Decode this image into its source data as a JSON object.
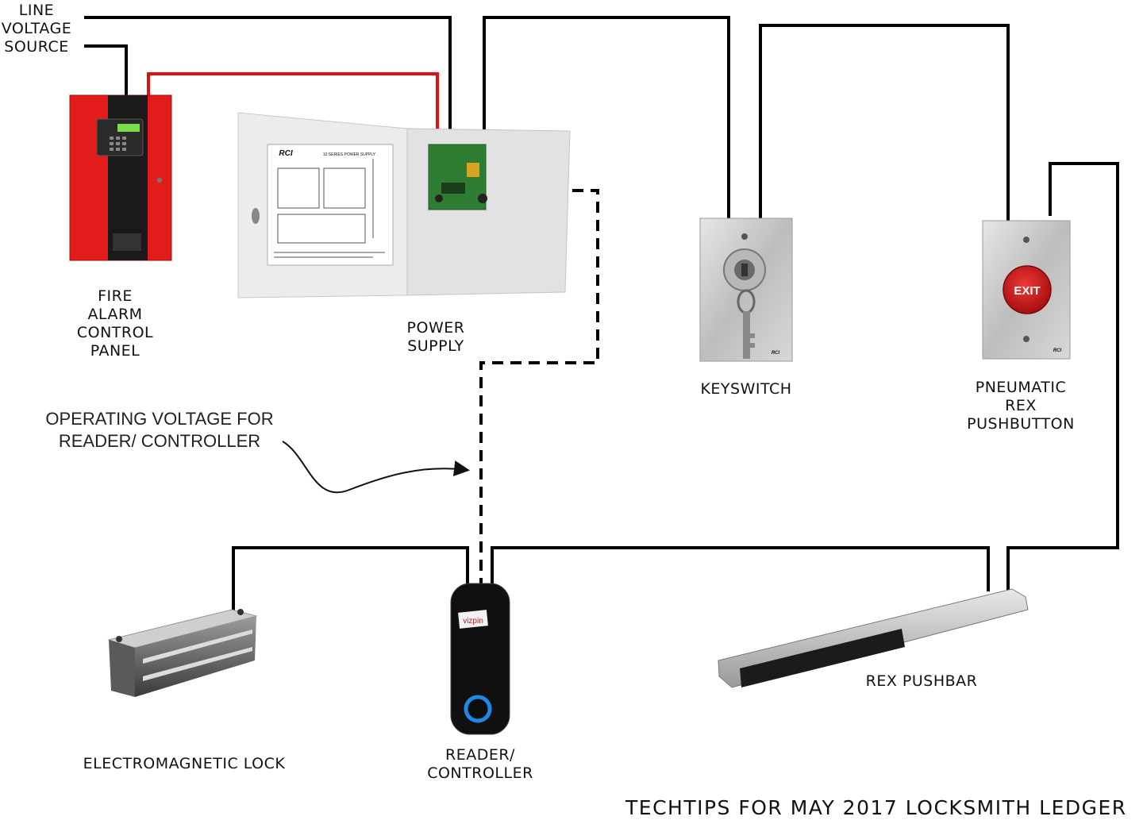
{
  "labels": {
    "line_voltage_source": "LINE\nVOLTAGE\nSOURCE",
    "fire_alarm_control_panel": "FIRE\nALARM\nCONTROL\nPANEL",
    "power_supply": "POWER\nSUPPLY",
    "keyswitch": "KEYSWITCH",
    "pneumatic_rex_pushbutton": "PNEUMATIC\nREX\nPUSHBUTTON",
    "operating_voltage_note": "OPERATING VOLTAGE FOR\nREADER/ CONTROLLER",
    "electromagnetic_lock": "ELECTROMAGNETIC LOCK",
    "reader_controller": "READER/\nCONTROLLER",
    "rex_pushbar": "REX PUSHBAR"
  },
  "device_text": {
    "exit_button": "EXIT",
    "reader_brand": "vizpin",
    "power_supply_brand": "RCI",
    "power_supply_sheet_title": "10 SERIES POWER SUPPLY",
    "keyswitch_brand": "RCI",
    "pushbutton_brand": "RCI"
  },
  "footer": "TECHTIPS FOR MAY 2017 LOCKSMITH LEDGER",
  "colors": {
    "wire": "#000000",
    "power_wire": "#e01010",
    "fire_panel": "#e21b1b",
    "exit_button": "#d01818",
    "reader_ring": "#1e88e5"
  },
  "connections": [
    {
      "from": "line_voltage_source",
      "to": "power_supply",
      "style": "solid"
    },
    {
      "from": "line_voltage_source",
      "to": "fire_alarm_control_panel",
      "style": "solid"
    },
    {
      "from": "fire_alarm_control_panel",
      "to": "power_supply",
      "style": "solid-red"
    },
    {
      "from": "power_supply",
      "to": "keyswitch",
      "style": "solid"
    },
    {
      "from": "keyswitch",
      "to": "pneumatic_rex_pushbutton",
      "style": "solid"
    },
    {
      "from": "pneumatic_rex_pushbutton",
      "to": "rex_pushbar",
      "style": "solid"
    },
    {
      "from": "power_supply",
      "to": "reader_controller",
      "style": "dashed"
    },
    {
      "from": "reader_controller",
      "to": "electromagnetic_lock",
      "style": "solid"
    },
    {
      "from": "reader_controller",
      "to": "rex_pushbar",
      "style": "solid"
    }
  ]
}
